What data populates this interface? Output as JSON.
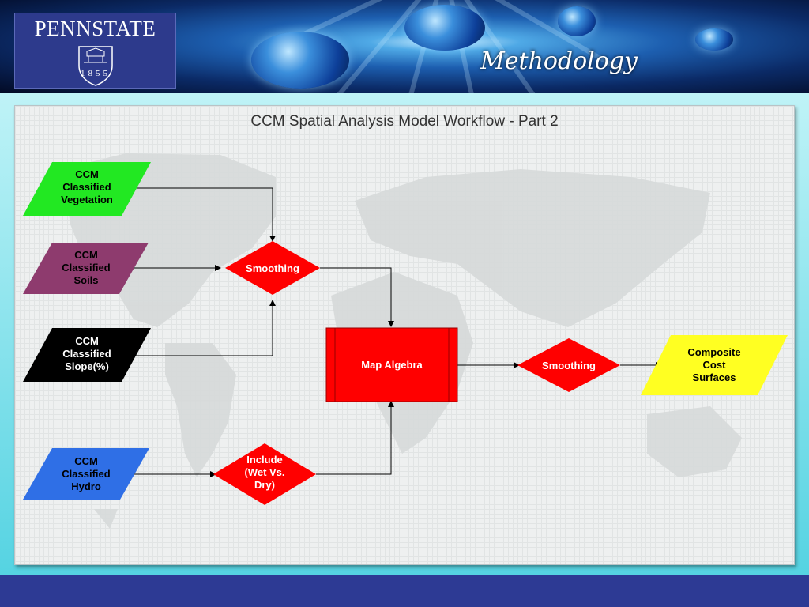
{
  "header": {
    "logo_text": "PENNSTATE",
    "logo_year": "1855",
    "slide_title": "Methodology"
  },
  "diagram": {
    "title": "CCM Spatial Analysis Model Workflow - Part 2",
    "inputs": [
      {
        "id": "veg",
        "lines": [
          "CCM",
          "Classified",
          "Vegetation"
        ],
        "fill": "#22e822",
        "text_color": "#000000"
      },
      {
        "id": "soils",
        "lines": [
          "CCM",
          "Classified",
          "Soils"
        ],
        "fill": "#8e3b6e",
        "text_color": "#000000"
      },
      {
        "id": "slope",
        "lines": [
          "CCM",
          "Classified",
          "Slope(%)"
        ],
        "fill": "#000000",
        "text_color": "#ffffff"
      },
      {
        "id": "hydro",
        "lines": [
          "CCM",
          "Classified",
          "Hydro"
        ],
        "fill": "#2f6fe6",
        "text_color": "#000000"
      }
    ],
    "process_nodes": {
      "smoothing_1": {
        "lines": [
          "Smoothing"
        ],
        "fill": "#ff0000",
        "text_color": "#ffffff"
      },
      "include": {
        "lines": [
          "Include",
          "(Wet Vs.",
          "Dry)"
        ],
        "fill": "#ff0000",
        "text_color": "#ffffff"
      },
      "map_algebra": {
        "lines": [
          "Map Algebra"
        ],
        "fill": "#ff0000",
        "text_color": "#ffffff"
      },
      "smoothing_2": {
        "lines": [
          "Smoothing"
        ],
        "fill": "#ff0000",
        "text_color": "#ffffff"
      }
    },
    "output": {
      "lines": [
        "Composite",
        "Cost",
        "Surfaces"
      ],
      "fill": "#ffff22",
      "text_color": "#000000"
    }
  },
  "colors": {
    "footer": "#2d3a94",
    "logo_bg": "#2d3a8c",
    "connector": "#000000"
  }
}
